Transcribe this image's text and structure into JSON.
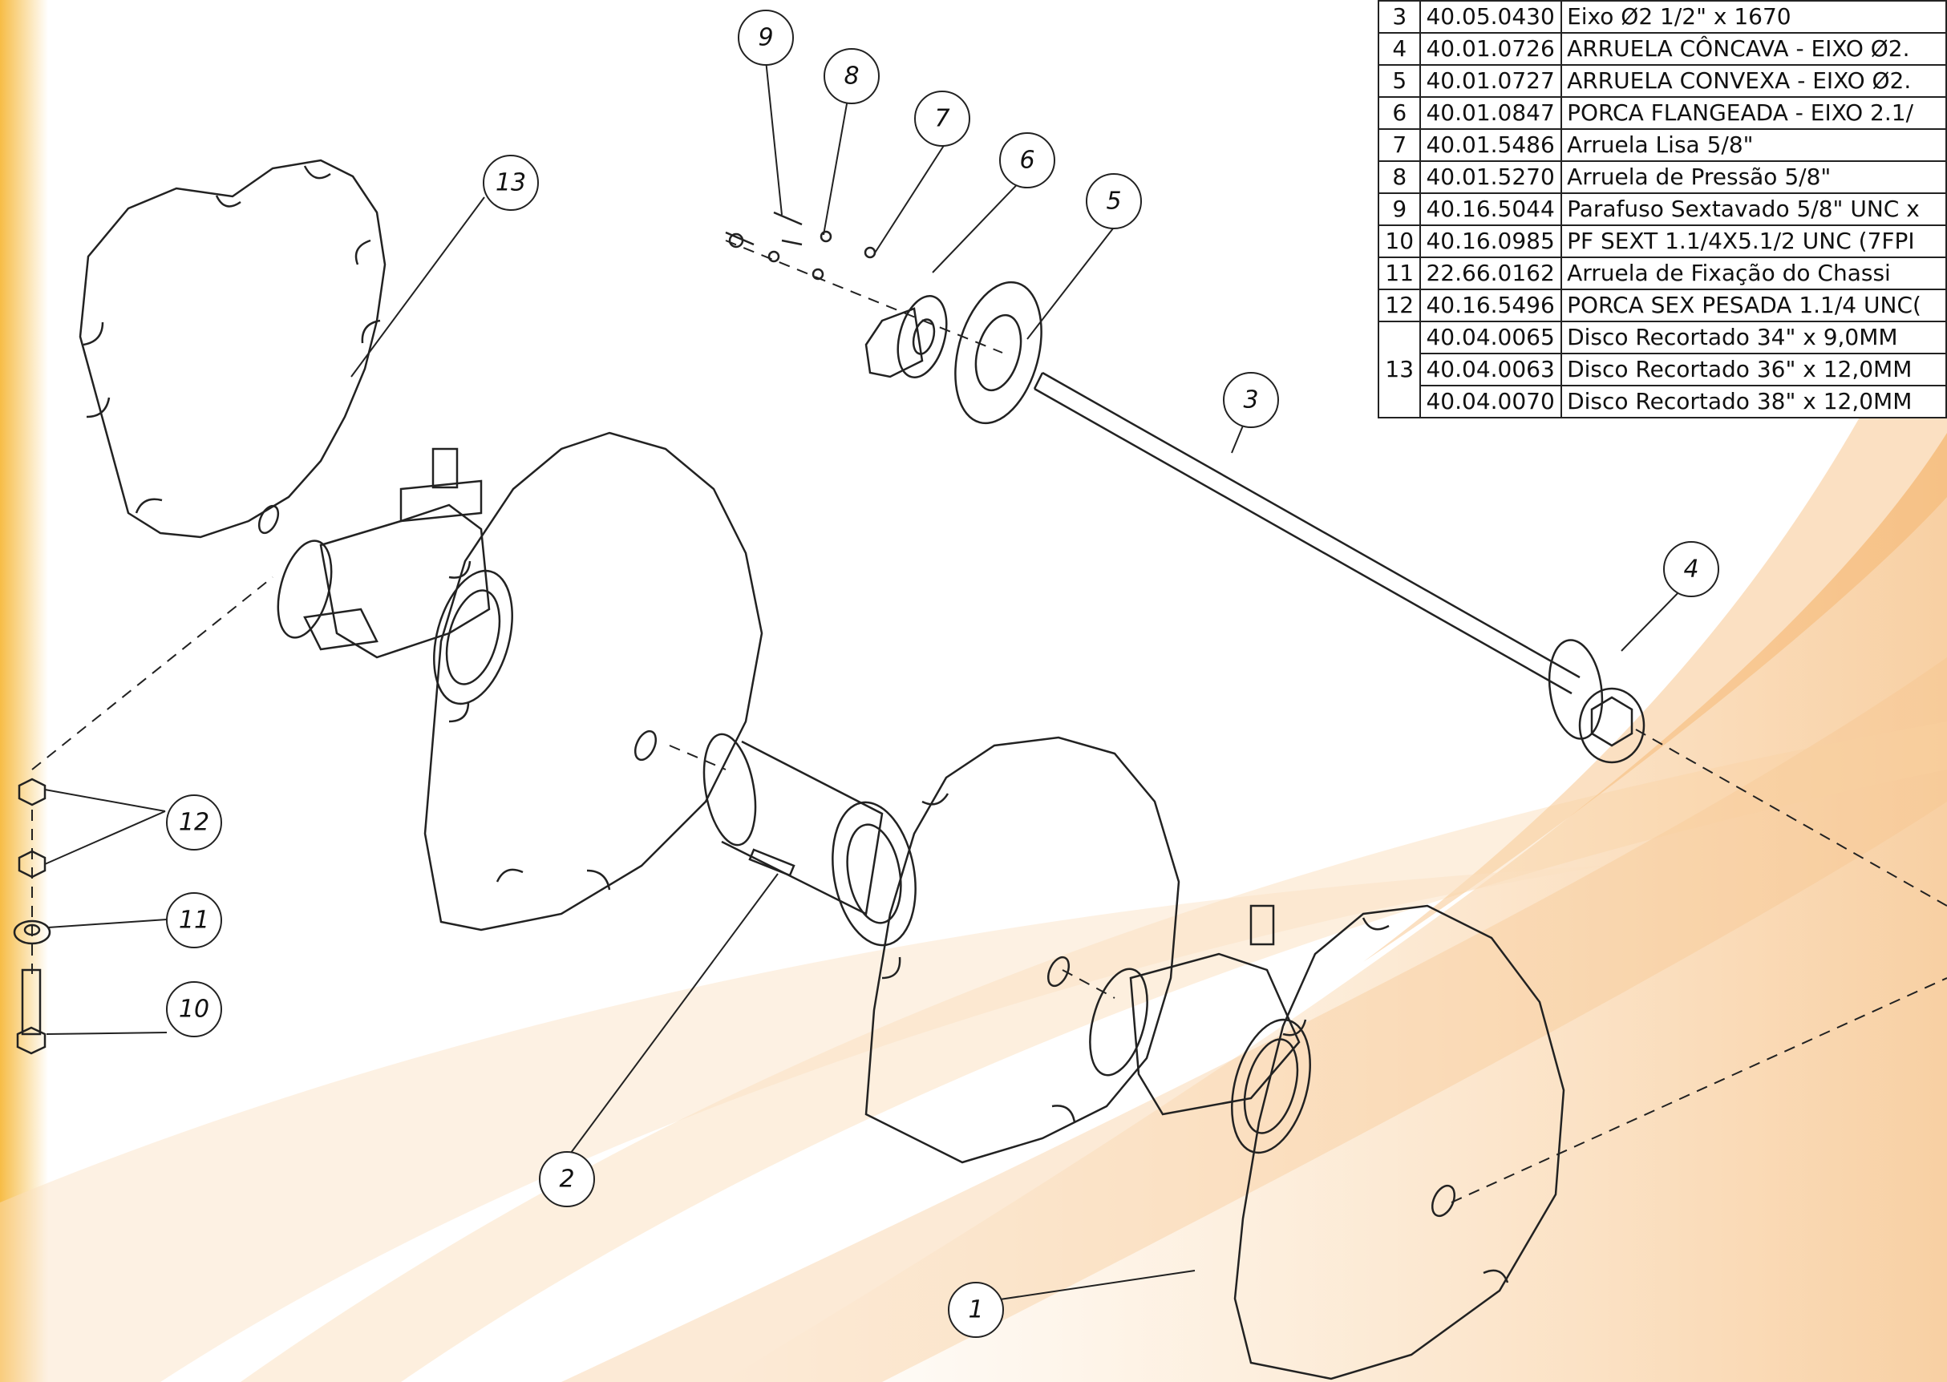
{
  "parts_table": {
    "rows": [
      {
        "item": "3",
        "code": "40.05.0430",
        "description": "Eixo Ø2 1/2\" x 1670"
      },
      {
        "item": "4",
        "code": "40.01.0726",
        "description": "ARRUELA CÔNCAVA - EIXO Ø2."
      },
      {
        "item": "5",
        "code": "40.01.0727",
        "description": "ARRUELA CONVEXA - EIXO Ø2."
      },
      {
        "item": "6",
        "code": "40.01.0847",
        "description": "PORCA FLANGEADA - EIXO 2.1/"
      },
      {
        "item": "7",
        "code": "40.01.5486",
        "description": "Arruela Lisa 5/8\""
      },
      {
        "item": "8",
        "code": "40.01.5270",
        "description": "Arruela de Pressão 5/8\""
      },
      {
        "item": "9",
        "code": "40.16.5044",
        "description": "Parafuso Sextavado 5/8\" UNC x"
      },
      {
        "item": "10",
        "code": "40.16.0985",
        "description": "PF SEXT 1.1/4X5.1/2 UNC (7FPI"
      },
      {
        "item": "11",
        "code": "22.66.0162",
        "description": "Arruela de Fixação do Chassi"
      },
      {
        "item": "12",
        "code": "40.16.5496",
        "description": "PORCA SEX PESADA 1.1/4 UNC("
      }
    ],
    "group": {
      "item": "13",
      "rows": [
        {
          "code": "40.04.0065",
          "description": "Disco Recortado 34\" x 9,0MM"
        },
        {
          "code": "40.04.0063",
          "description": "Disco Recortado 36\" x 12,0MM"
        },
        {
          "code": "40.04.0070",
          "description": "Disco Recortado 38\" x 12,0MM"
        }
      ]
    }
  },
  "callouts": [
    "1",
    "2",
    "3",
    "4",
    "5",
    "6",
    "7",
    "8",
    "9",
    "10",
    "11",
    "12",
    "13"
  ],
  "colors": {
    "line": "#222222",
    "background_glow": "#f7b733",
    "table_border": "#222222"
  }
}
